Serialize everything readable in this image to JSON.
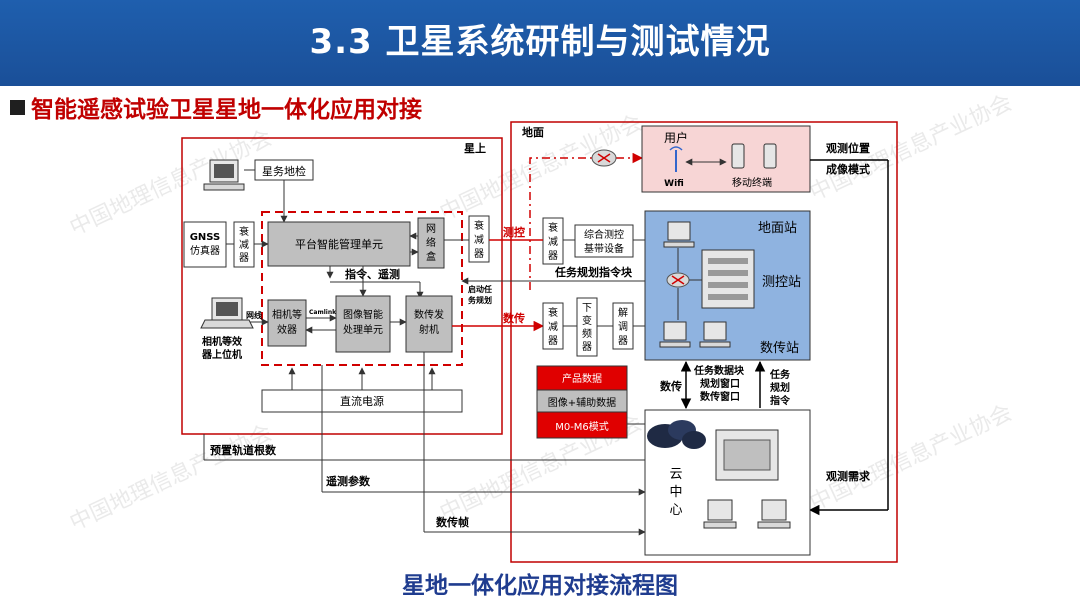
{
  "header": {
    "title": "3.3  卫星系统研制与测试情况"
  },
  "section": {
    "title": "智能遥感试验卫星星地一体化应用对接"
  },
  "caption": "星地一体化应用对接流程图",
  "watermark": "中国地理信息产业协会",
  "colors": {
    "header_bg": "#1f5fae",
    "red": "#c00000",
    "dashed_red": "#d00000",
    "station_blue": "#8fb3e0",
    "user_pink": "#f7d5d5",
    "gray_box": "#bfbfbf"
  },
  "diagram": {
    "region_sat": "星上",
    "region_ground": "地面",
    "sat_check": "星务地检",
    "gnss": [
      "GNSS",
      "仿真器"
    ],
    "attenuator": [
      "衰",
      "减",
      "器"
    ],
    "platform_unit": "平台智能管理单元",
    "network_box": [
      "网",
      "络",
      "盒"
    ],
    "cmd_telemetry": "指令、遥测",
    "startup_label": [
      "启动任",
      "务规划"
    ],
    "camera_eq": [
      "相机等",
      "效器"
    ],
    "camlink": "Camlink",
    "netline": "网线",
    "image_unit": [
      "图像智能",
      "处理单元"
    ],
    "data_tx": [
      "数传发",
      "射机"
    ],
    "camera_host": [
      "相机等效",
      "器上位机"
    ],
    "dc_power": "直流电源",
    "ttc_label": "测控",
    "data_label": "数传",
    "ttc_equipment": [
      "综合测控",
      "基带设备"
    ],
    "task_cmd": "任务规划指令块",
    "downconverter": [
      "下",
      "变",
      "频",
      "器"
    ],
    "demodulator": [
      "解",
      "调",
      "器"
    ],
    "user_box": "用户",
    "wifi": "Wifi",
    "mobile": "移动终端",
    "ground_station": "地面站",
    "ttc_station": "测控站",
    "data_station": "数传站",
    "obs_position": "观测位置",
    "imaging_mode": "成像模式",
    "product_data": "产品数据",
    "image_aux": "图像+辅助数据",
    "mode": "M0-M6模式",
    "downlink": "数传",
    "task_block": [
      "任务数据块",
      "规划窗口",
      "数传窗口"
    ],
    "task_plan": [
      "任务",
      "规划",
      "指令"
    ],
    "cloud": [
      "云",
      "中",
      "心"
    ],
    "obs_demand": "观测需求",
    "orbit_params": "预置轨道根数",
    "telemetry_params": "遥测参数",
    "data_frame": "数传帧"
  }
}
